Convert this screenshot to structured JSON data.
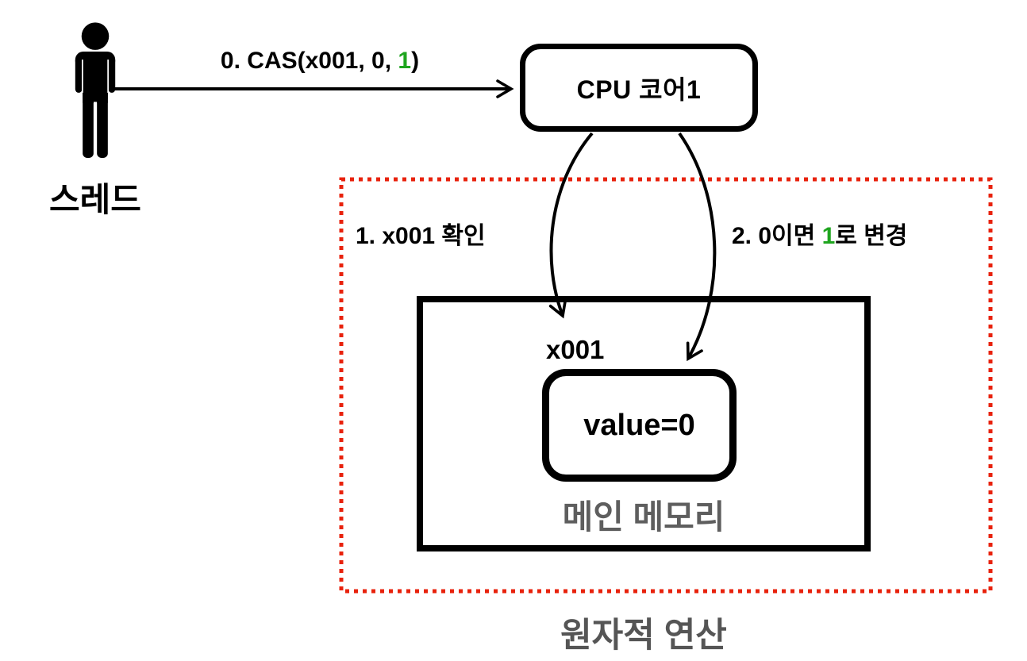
{
  "colors": {
    "highlight_green": "#1FA51F",
    "atomic_border_red": "#E8220C",
    "caption_gray": "#5A5A5A",
    "line_black": "#000000"
  },
  "thread": {
    "label": "스레드"
  },
  "cas_arrow": {
    "prefix": "0. CAS(x001, 0, ",
    "highlight": "1",
    "suffix": ")"
  },
  "cpu_box": {
    "label": "CPU 코어1"
  },
  "atomic_region": {
    "step1": {
      "text": "1. x001 확인"
    },
    "step2": {
      "prefix": "2. 0이면 ",
      "highlight": "1",
      "suffix": "로 변경"
    },
    "caption": "원자적 연산"
  },
  "memory_box": {
    "caption": "메인 메모리",
    "variable": {
      "address": "x001",
      "value": "value=0"
    }
  }
}
